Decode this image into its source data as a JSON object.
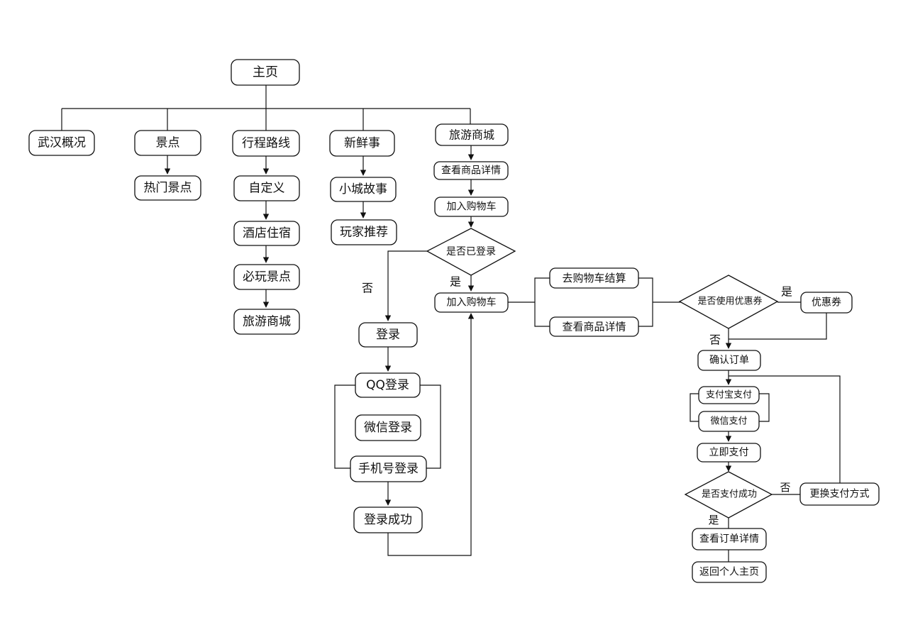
{
  "nodes": [
    {
      "id": "home",
      "label": "主页"
    },
    {
      "id": "wuhan",
      "label": "武汉概况"
    },
    {
      "id": "spots",
      "label": "景点"
    },
    {
      "id": "hot",
      "label": "热门景点"
    },
    {
      "id": "route",
      "label": "行程路线"
    },
    {
      "id": "custom",
      "label": "自定义"
    },
    {
      "id": "hotel",
      "label": "酒店住宿"
    },
    {
      "id": "mustsee",
      "label": "必玩景点"
    },
    {
      "id": "mall2",
      "label": "旅游商城"
    },
    {
      "id": "news",
      "label": "新鲜事"
    },
    {
      "id": "story",
      "label": "小城故事"
    },
    {
      "id": "recommend",
      "label": "玩家推荐"
    },
    {
      "id": "mall",
      "label": "旅游商城"
    },
    {
      "id": "detail",
      "label": "查看商品详情"
    },
    {
      "id": "addcart",
      "label": "加入购物车"
    },
    {
      "id": "loggedin",
      "label": "是否已登录"
    },
    {
      "id": "addcart2",
      "label": "加入购物车"
    },
    {
      "id": "login",
      "label": "登录"
    },
    {
      "id": "qq",
      "label": "QQ登录"
    },
    {
      "id": "wechat",
      "label": "微信登录"
    },
    {
      "id": "phone",
      "label": "手机号登录"
    },
    {
      "id": "loginok",
      "label": "登录成功"
    },
    {
      "id": "checkout",
      "label": "去购物车结算"
    },
    {
      "id": "detail2",
      "label": "查看商品详情"
    },
    {
      "id": "usecoupon",
      "label": "是否使用优惠券"
    },
    {
      "id": "coupon",
      "label": "优惠券"
    },
    {
      "id": "confirm",
      "label": "确认订单"
    },
    {
      "id": "alipay",
      "label": "支付宝支付"
    },
    {
      "id": "wxpay",
      "label": "微信支付"
    },
    {
      "id": "paynow",
      "label": "立即支付"
    },
    {
      "id": "paysuccess",
      "label": "是否支付成功"
    },
    {
      "id": "changepay",
      "label": "更换支付方式"
    },
    {
      "id": "orderdetail",
      "label": "查看订单详情"
    },
    {
      "id": "back",
      "label": "返回个人主页"
    }
  ],
  "edge_labels": {
    "no_login": "否",
    "yes_login": "是",
    "yes_coupon": "是",
    "no_coupon": "否",
    "no_pay": "否",
    "yes_pay": "是"
  }
}
